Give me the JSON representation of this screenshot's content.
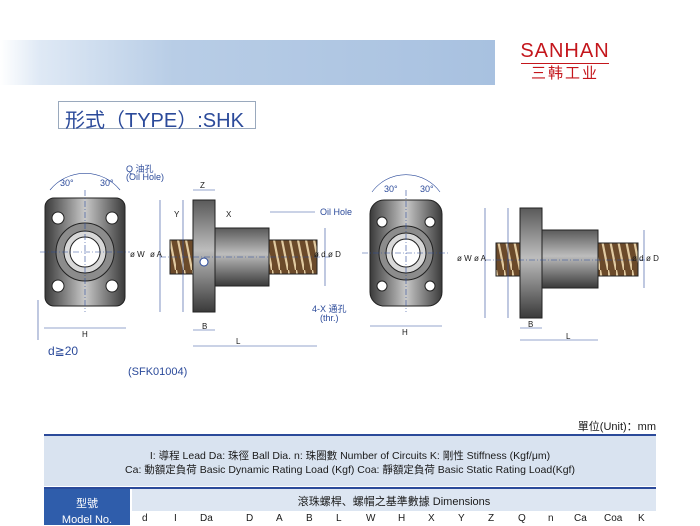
{
  "header": {
    "title": "精密滾珠螺杆篇",
    "brand": "SANHAN",
    "brand_cn": "三韩工业"
  },
  "type_label": "形式（TYPE）:SHK",
  "drawing": {
    "angle_1": "30°",
    "angle_2": "30°",
    "angle_3": "30°",
    "angle_4": "30°",
    "oil_hole_label_1": "Q 油孔",
    "oil_hole_label_2": "(Oil Hole)",
    "oil_hole_right": "Oil Hole",
    "dim_z": "Z",
    "dim_y": "Y",
    "dim_x": "X",
    "dim_w1": "ø W",
    "dim_a1": "ø A",
    "dim_d1": "ø d",
    "dim_dd1": "ø D",
    "dim_h1": "H",
    "dim_b1": "B",
    "dim_l1": "L",
    "thr_label_1": "4-X 通孔",
    "thr_label_2": "(thr.)",
    "dim_w2": "ø W",
    "dim_a2": "ø A",
    "dim_d2": "ø d",
    "dim_dd2": "ø D",
    "dim_h2": "H",
    "dim_b2": "B",
    "dim_l2": "L"
  },
  "notes": {
    "d_condition": "d≧20",
    "sfk_ref": "(SFK01004)"
  },
  "unit_label": "單位(Unit)：mm",
  "legend": {
    "line1": "I: 導程  Lead    Da: 珠徑  Ball Dia.    n: 珠圈數  Number of Circuits    K: 剛性  Stiffness (Kgf/μm)",
    "line2": "Ca: 動額定負荷  Basic Dynamic Rating Load (Kgf)    Coa: 靜額定負荷  Basic Static Rating Load(Kgf)"
  },
  "table": {
    "model_cn": "型號",
    "model_en": "Model No.",
    "dimensions_header": "滾珠螺桿、螺帽之基準數據  Dimensions",
    "columns": [
      "d",
      "I",
      "Da",
      "D",
      "A",
      "B",
      "L",
      "W",
      "H",
      "X",
      "Y",
      "Z",
      "Q",
      "n",
      "Ca",
      "Coa",
      "K"
    ]
  },
  "colors": {
    "accent": "#2b4a9a",
    "brand": "#c4161c",
    "model_cell": "#2f5dab"
  }
}
